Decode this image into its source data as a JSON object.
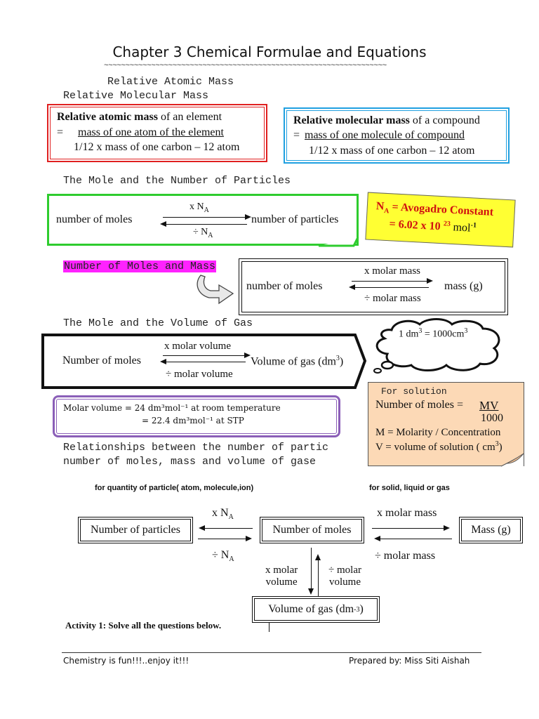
{
  "header": {
    "title": "Chapter 3 Chemical Formulae and Equations",
    "tilde_line": "~~~~~~~~~~~~~~~~~~~~~~~~~~~~~~~~~~~~~~~~~~~~~~~~~~~~~~~~~~~~~~~~~~",
    "sub1": "Relative Atomic Mass",
    "sub2": "Relative Molecular Mass"
  },
  "ram_box": {
    "l1_bold": "Relative atomic mass",
    "l1_rest": " of an element",
    "eq": "=",
    "numer": "mass of one atom of the element",
    "denom": "1/12 x mass of one carbon – 12 atom"
  },
  "rmm_box": {
    "l1_bold": "Relative molecular mass",
    "l1_rest": " of a compound",
    "eq": "=",
    "numer": "mass of one molecule of compound",
    "denom": "1/12 x mass of one carbon – 12 atom"
  },
  "mole_particles": {
    "heading": "The Mole and the Number of Particles",
    "left": "number of moles",
    "right": "number of particles",
    "top_x": "x N",
    "top_sub": "A",
    "bot_x": "÷ N",
    "bot_sub": "A"
  },
  "avogadro": {
    "n": "N",
    "n_sub": "A",
    "text1": " = Avogadro Constant",
    "text2": "= 6.02 x 10 ",
    "exp": "23",
    "unit": " mol",
    "unit_exp": "-1"
  },
  "mole_mass": {
    "heading": "Number of Moles and Mass",
    "left": "number of moles",
    "right": "mass (g)",
    "top": "x molar mass",
    "bot": "÷  molar mass"
  },
  "mole_gas": {
    "heading": "The Mole and the Volume of Gas",
    "left": "Number of moles",
    "right": "Volume of gas (dm",
    "right_exp": "3",
    "right_end": ")",
    "top": "x molar volume",
    "bot": "÷ molar volume"
  },
  "cloud": {
    "text": "1 dm",
    "exp1": "3",
    "mid": " = 1000cm",
    "exp2": "3"
  },
  "molar_volume": {
    "line1": "Molar volume = 24 dm³mol⁻¹ at room temperature",
    "line2": "= 22.4 dm³mol⁻¹ at STP"
  },
  "solution_note": {
    "heading": "For solution",
    "label": "Number of moles = ",
    "numer": "MV",
    "denom": "1000",
    "m_def": "M = Molarity / Concentration",
    "v_def": "V = volume of solution ( cm",
    "v_exp": "3",
    "v_end": ")"
  },
  "relationships": {
    "line1": "Relationships between the number of partic",
    "line2": "number of moles, mass and volume of  gase"
  },
  "diagram": {
    "note_left": "for quantity of particle( atom, molecule,ion)",
    "note_right": "for solid, liquid or gas",
    "particles": "Number of particles",
    "moles": "Number of moles",
    "mass": "Mass (g)",
    "gas": "Volume of gas (dm",
    "gas_exp": "-3",
    "gas_end": ")",
    "xna": "x N",
    "xna_sub": "A",
    "dna": "÷ N",
    "dna_sub": "A",
    "xmm": "x molar mass",
    "dmm": "÷ molar mass",
    "xmv1": "x molar",
    "xmv2": "volume",
    "dmv1": "÷ molar",
    "dmv2": "volume"
  },
  "activity": "Activity 1: Solve all the questions below.",
  "footer": {
    "left": "Chemistry is fun!!!..enjoy it!!!",
    "right": "Prepared by: Miss Siti Aishah"
  }
}
